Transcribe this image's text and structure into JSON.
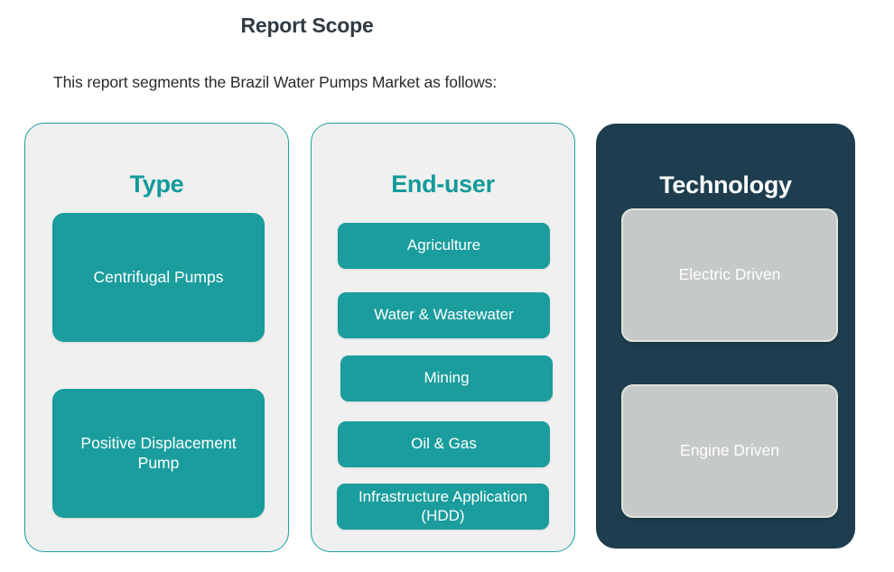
{
  "header": {
    "title": "Report Scope",
    "subtitle": "This report segments the Brazil Water Pumps Market as follows:"
  },
  "colors": {
    "teal": "#1b9d9d",
    "teal_heading": "#129a9a",
    "card_border": "#1ba0a0",
    "card_background": "#f0f0f0",
    "dark_navy": "#1e3d4f",
    "gray_box": "#c6c9c9",
    "title_text": "#2f3a43"
  },
  "columns": [
    {
      "id": "type",
      "heading": "Type",
      "items": [
        {
          "label": "Centrifugal Pumps"
        },
        {
          "label": "Positive Displacement Pump"
        }
      ]
    },
    {
      "id": "end-user",
      "heading": "End-user",
      "items": [
        {
          "label": "Agriculture"
        },
        {
          "label": "Water & Wastewater"
        },
        {
          "label": "Mining"
        },
        {
          "label": "Oil & Gas"
        },
        {
          "label": "Infrastructure Application (HDD)"
        }
      ]
    },
    {
      "id": "technology",
      "heading": "Technology",
      "items": [
        {
          "label": "Electric Driven"
        },
        {
          "label": "Engine Driven"
        }
      ]
    }
  ]
}
